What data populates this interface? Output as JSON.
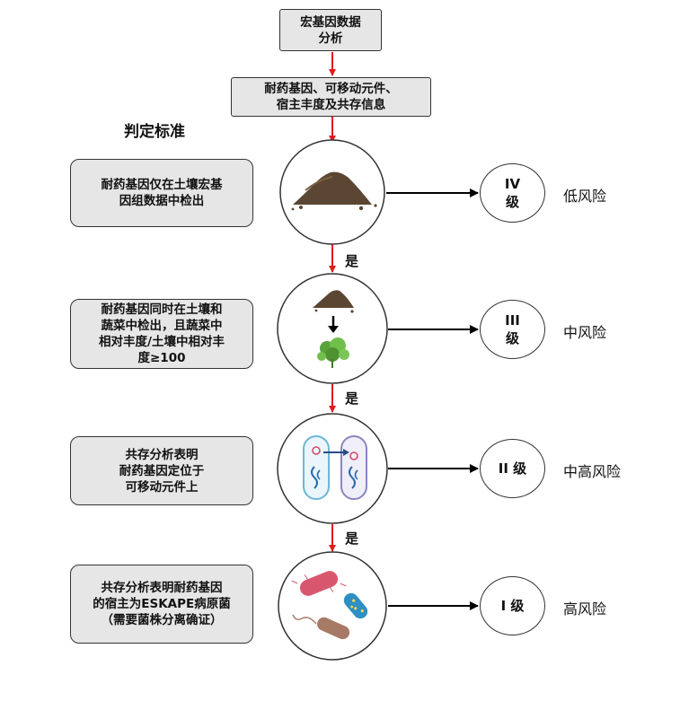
{
  "top": {
    "box1": [
      "宏基因数据",
      "分析"
    ],
    "box2": [
      "耐药基因、可移动元件、",
      "宿主丰度及共存信息"
    ]
  },
  "heading": "判定标准",
  "yes_label": "是",
  "rows": [
    {
      "criteria": [
        "耐药基因仅在土壤宏基",
        "因组数据中检出"
      ],
      "level": [
        "IV",
        "级"
      ],
      "risk": "低风险",
      "image": "soil-pile-icon"
    },
    {
      "criteria": [
        "耐药基因同时在土壤和",
        "蔬菜中检出，且蔬菜中",
        "相对丰度/土壤中相对丰",
        "度≥100"
      ],
      "level": [
        "III",
        "级"
      ],
      "risk": "中风险",
      "image": "soil-to-vegetable-icon"
    },
    {
      "criteria": [
        "共存分析表明",
        "耐药基因定位于",
        "可移动元件上"
      ],
      "level": [
        "II 级"
      ],
      "risk": "中高风险",
      "image": "bacteria-plasmid-transfer-icon"
    },
    {
      "criteria": [
        "共存分析表明耐药基因",
        "的宿主为ESKAPE病原菌",
        "（需要菌株分离确证）"
      ],
      "level": [
        "I 级"
      ],
      "risk": "高风险",
      "image": "pathogen-bacteria-icon"
    }
  ],
  "colors": {
    "arrow_red": "#e01b1b",
    "arrow_black": "#000000",
    "box_fill": "#e6e6e6",
    "soil": "#5a4632",
    "leaf": "#5aa33c"
  }
}
